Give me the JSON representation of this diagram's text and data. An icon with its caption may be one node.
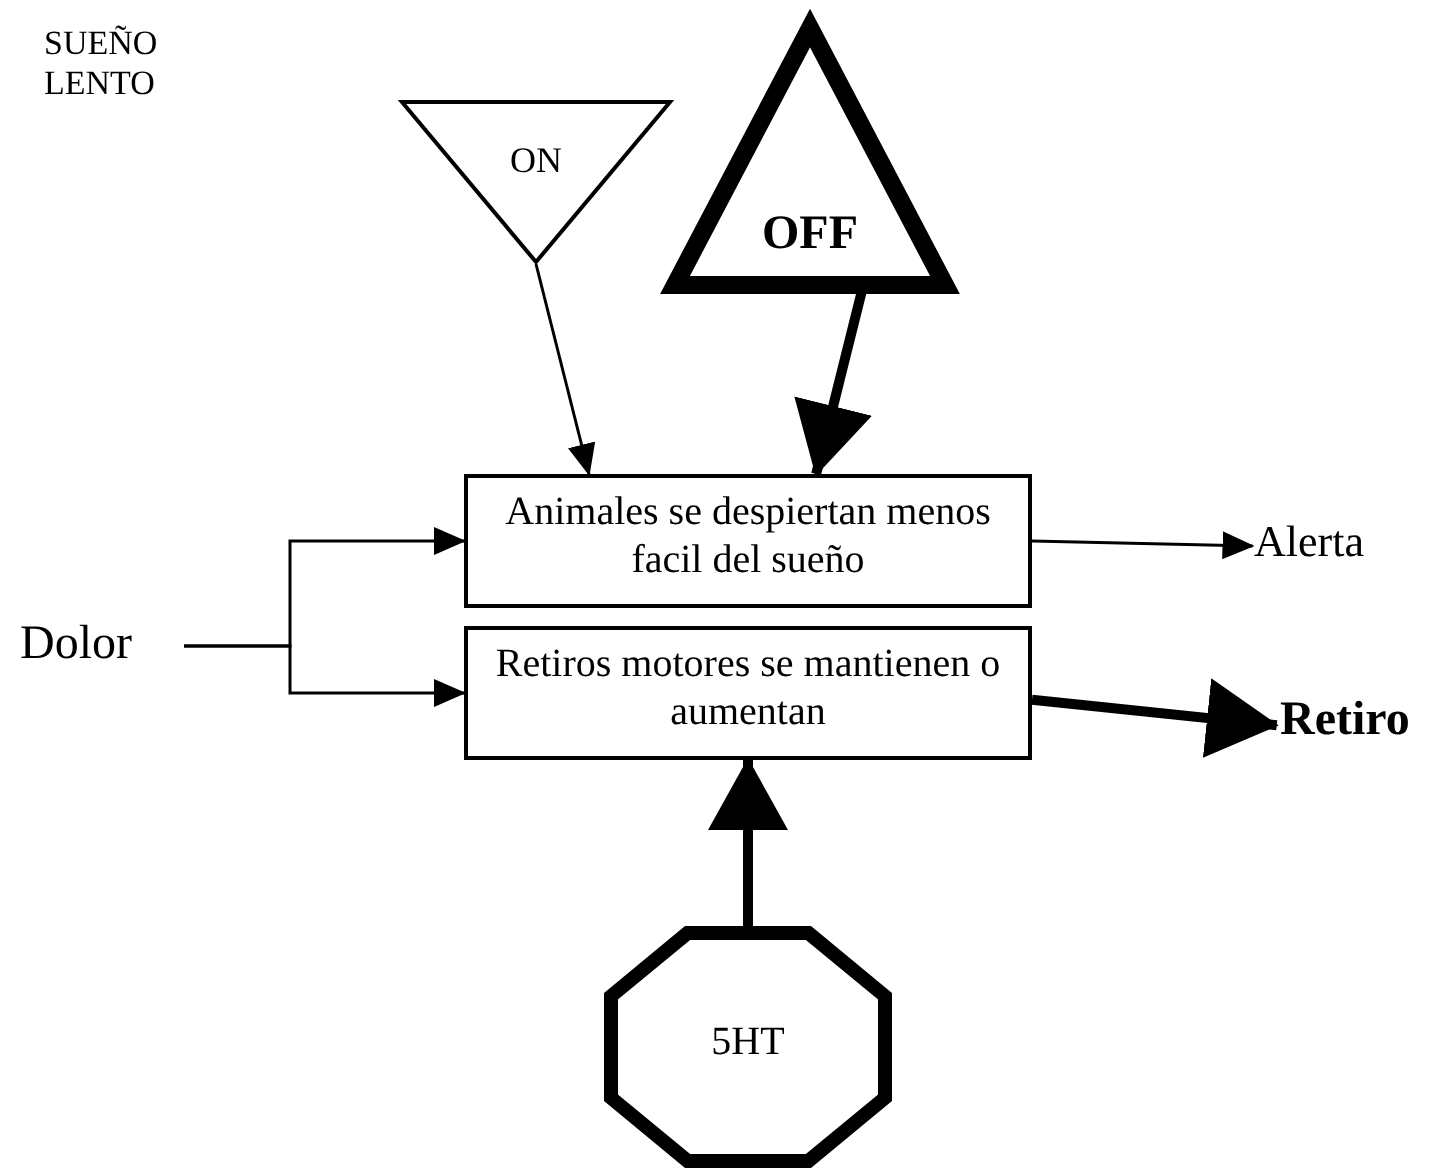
{
  "diagram": {
    "nodes": [
      {
        "text": [
          "ON"
        ]
      },
      {
        "text": [
          "OFF"
        ]
      },
      {
        "text": [
          "Animales se despiertan menos facil del sueño"
        ]
      },
      {
        "text": [
          "Retiros motores se mantienen o aumentan"
        ]
      },
      {
        "text": [
          "Dolor"
        ]
      },
      {
        "text": [
          "Alerta"
        ]
      },
      {
        "text": [
          "Retiro"
        ]
      },
      {
        "text": [
          "5HT"
        ]
      }
    ],
    "edges": [
      {
        "from": 0,
        "to": 2,
        "arrow": "to"
      },
      {
        "from": 1,
        "to": 2,
        "arrow": "to",
        "style": "thick"
      },
      {
        "from": 4,
        "to": 2,
        "arrow": "to"
      },
      {
        "from": 4,
        "to": 3,
        "arrow": "to"
      },
      {
        "from": 2,
        "to": 5,
        "arrow": "to"
      },
      {
        "from": 3,
        "to": 6,
        "arrow": "to",
        "style": "thick"
      },
      {
        "from": 7,
        "to": 3,
        "arrow": "to",
        "style": "thick"
      }
    ],
    "labels": [
      "SUEÑO LENTO"
    ]
  }
}
